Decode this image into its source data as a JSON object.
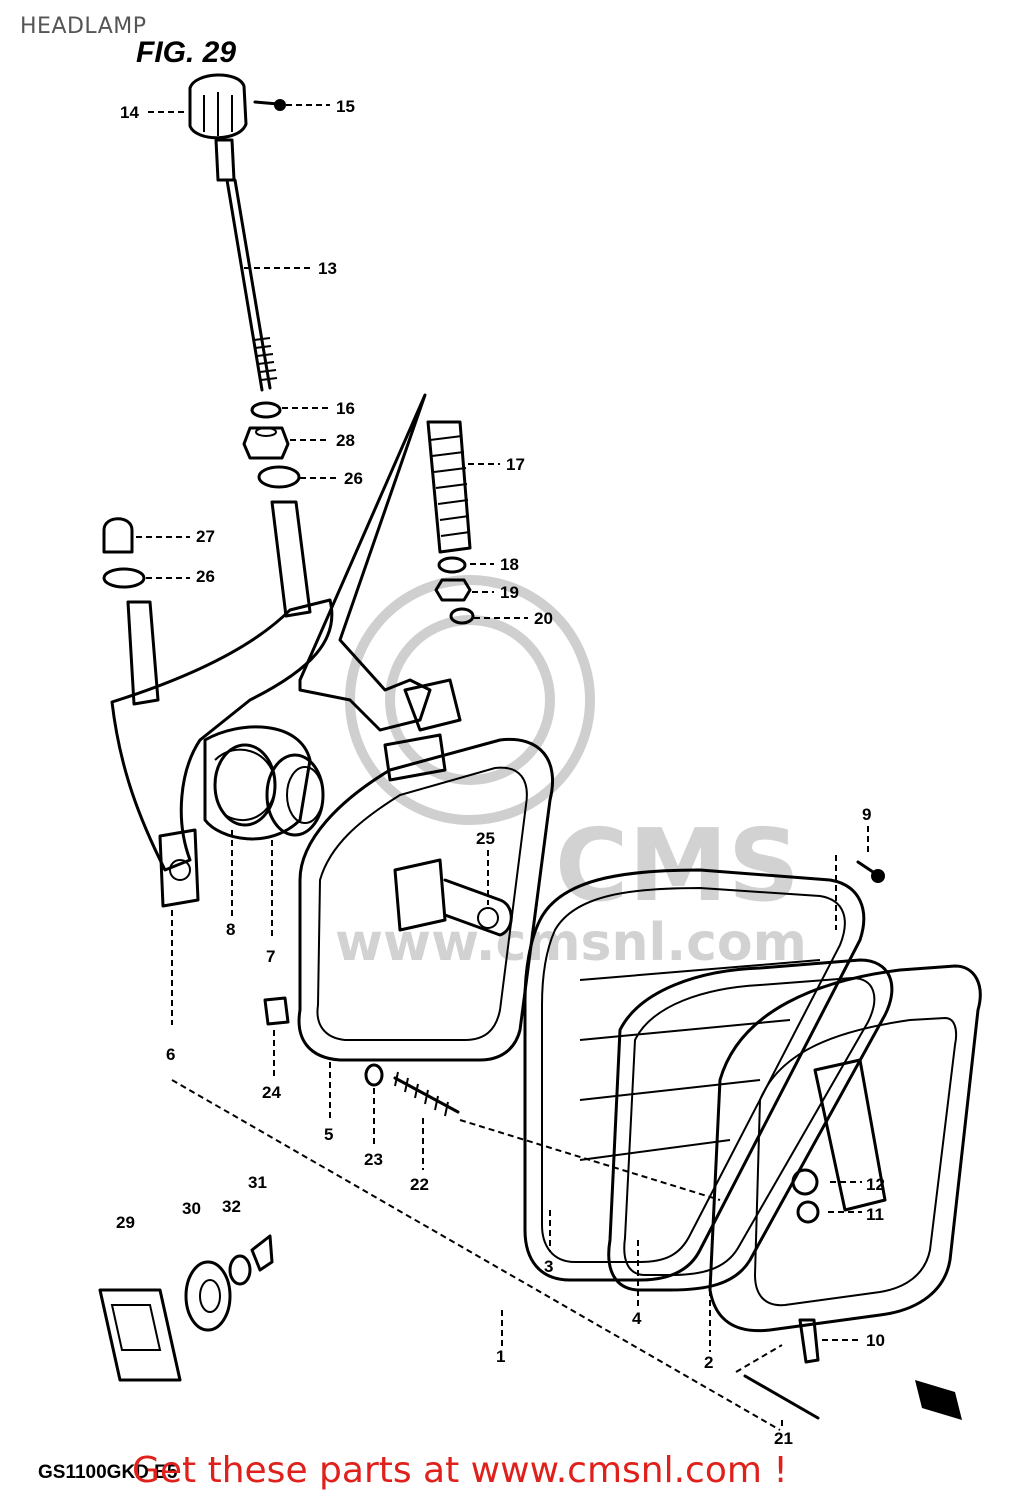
{
  "page": {
    "title": "HEADLAMP",
    "figure": "FIG. 29",
    "model_code": "GS1100GKD E5",
    "cta": "Get these parts at www.cmsnl.com !"
  },
  "watermark": {
    "text": "CMS",
    "subtext": "www.cmsnl.com"
  },
  "part_labels": [
    {
      "id": "1",
      "text": "1"
    },
    {
      "id": "2",
      "text": "2"
    },
    {
      "id": "3",
      "text": "3"
    },
    {
      "id": "4",
      "text": "4"
    },
    {
      "id": "5",
      "text": "5"
    },
    {
      "id": "6",
      "text": "6"
    },
    {
      "id": "7",
      "text": "7"
    },
    {
      "id": "8",
      "text": "8"
    },
    {
      "id": "9",
      "text": "9"
    },
    {
      "id": "10",
      "text": "10"
    },
    {
      "id": "11",
      "text": "11"
    },
    {
      "id": "12",
      "text": "12"
    },
    {
      "id": "13",
      "text": "13"
    },
    {
      "id": "14",
      "text": "14"
    },
    {
      "id": "15",
      "text": "15"
    },
    {
      "id": "16",
      "text": "16"
    },
    {
      "id": "17",
      "text": "17"
    },
    {
      "id": "18",
      "text": "18"
    },
    {
      "id": "19",
      "text": "19"
    },
    {
      "id": "20",
      "text": "20"
    },
    {
      "id": "21",
      "text": "21"
    },
    {
      "id": "22",
      "text": "22"
    },
    {
      "id": "23",
      "text": "23"
    },
    {
      "id": "24",
      "text": "24"
    },
    {
      "id": "25",
      "text": "25"
    },
    {
      "id": "26a",
      "text": "26"
    },
    {
      "id": "26b",
      "text": "26"
    },
    {
      "id": "27",
      "text": "27"
    },
    {
      "id": "28",
      "text": "28"
    },
    {
      "id": "29",
      "text": "29"
    },
    {
      "id": "30",
      "text": "30"
    },
    {
      "id": "31",
      "text": "31"
    },
    {
      "id": "32",
      "text": "32"
    }
  ]
}
